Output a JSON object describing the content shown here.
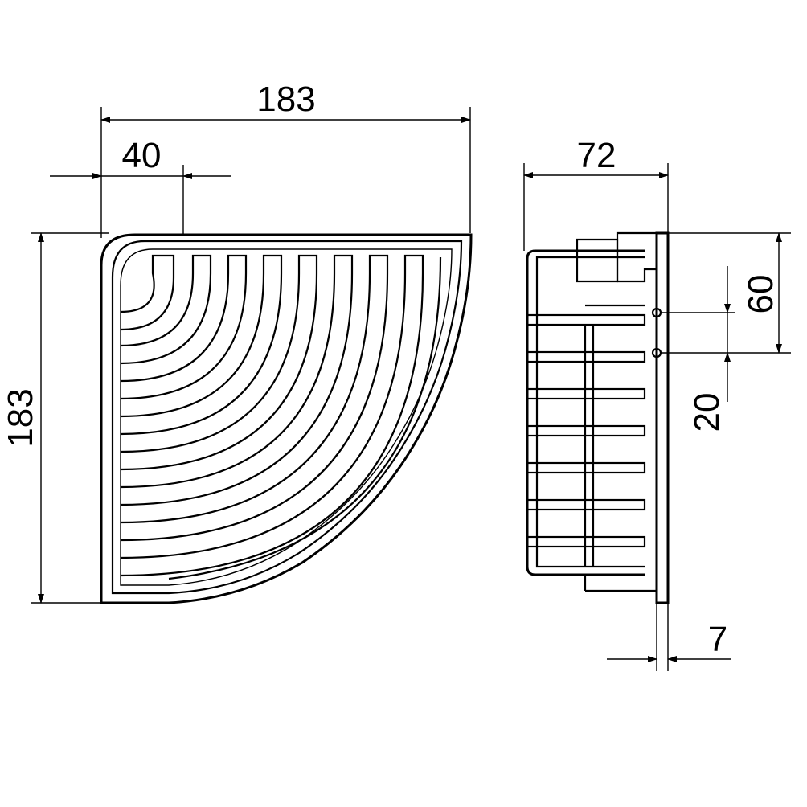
{
  "drawing": {
    "top_view": {
      "width_label": "183",
      "offset_label": "40",
      "height_label": "183"
    },
    "side_view": {
      "depth_label": "72",
      "hole_spacing_label": "60",
      "hole_offset_label": "20",
      "back_plate_label": "7"
    }
  }
}
